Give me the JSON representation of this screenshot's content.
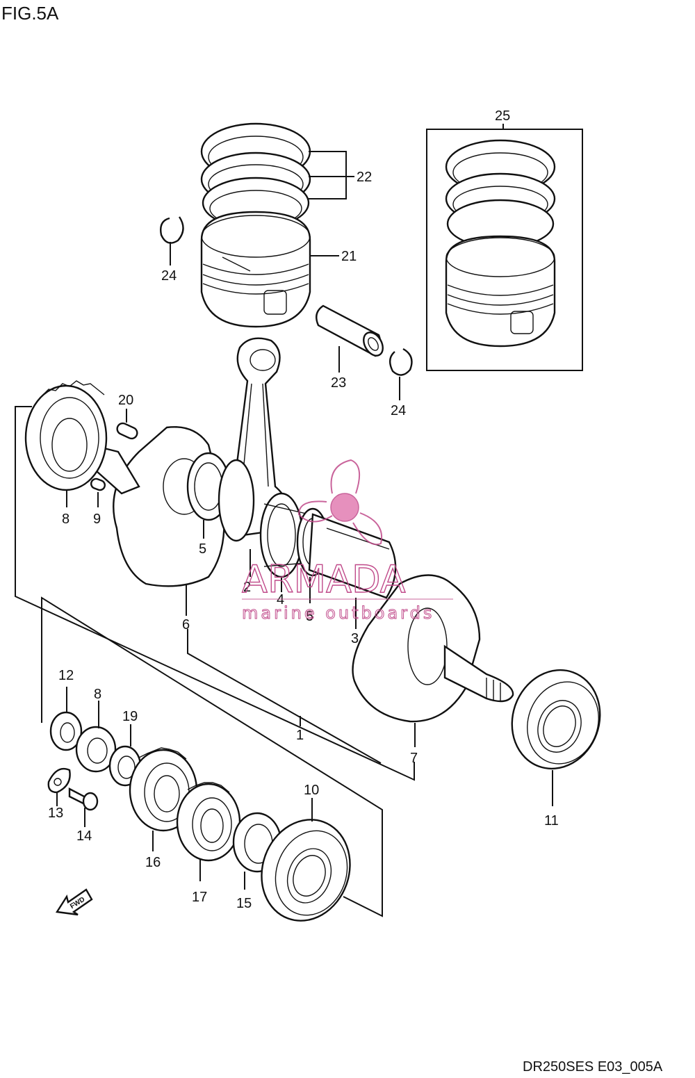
{
  "figure": {
    "title": "FIG.5A",
    "code": "DR250SES E03_005A"
  },
  "callouts": {
    "c1": "1",
    "c2": "2",
    "c3": "3",
    "c4": "4",
    "c5a": "5",
    "c5b": "5",
    "c6": "6",
    "c7": "7",
    "c8a": "8",
    "c8b": "8",
    "c9": "9",
    "c10": "10",
    "c11": "11",
    "c12": "12",
    "c13": "13",
    "c14": "14",
    "c15": "15",
    "c16": "16",
    "c17": "17",
    "c19": "19",
    "c20": "20",
    "c21": "21",
    "c22": "22",
    "c23": "23",
    "c24a": "24",
    "c24b": "24",
    "c25": "25"
  },
  "fwd_arrow": {
    "text": "FWD"
  },
  "watermark": {
    "brand": "ARMADA",
    "tagline": "marine outboards",
    "color": "#c04a8a"
  }
}
